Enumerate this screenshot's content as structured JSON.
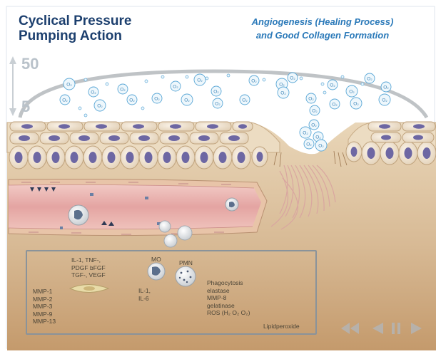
{
  "header": {
    "title_line1": "Cyclical Pressure",
    "title_line2": "Pumping Action",
    "subtitle_line1": "Angiogenesis (Healing Process)",
    "subtitle_line2": "and Good Collagen Formation"
  },
  "gauge": {
    "high_label": "50",
    "low_label": "5"
  },
  "oxygen_label": "O₂",
  "legend": {
    "cytokines": [
      "IL-1, TNF-,",
      "PDGF bFGF",
      "TGF-, VEGF"
    ],
    "mo_label": "MO",
    "pmn_label": "PMN",
    "interleukins": [
      "IL-1,",
      "IL-6"
    ],
    "mmps": [
      "MMP-1",
      "MMP-2",
      "MMP-3",
      "MMP-9",
      "MMP-13"
    ],
    "pmn_products": [
      "Phagocytosis",
      "elastase",
      "MMP-8",
      "gelatinase",
      "ROS (H₂ O₂ O₂)"
    ],
    "lipid": "Lipidperoxide"
  },
  "controls": {
    "rewind_icon": "rewind-icon",
    "back_icon": "step-back-icon",
    "pause_icon": "pause-icon",
    "play_icon": "play-icon"
  },
  "colors": {
    "title": "#1c3f6e",
    "subtitle": "#2a79b9",
    "skin": "#e6d0b1",
    "dermis": "#cfae87",
    "vessel": "#e6a8a8",
    "cell_nucleus": "#6d67a3",
    "oxygen": "#3f9ad0",
    "legend_border": "#8a939a",
    "controls": "#b7b1aa"
  }
}
